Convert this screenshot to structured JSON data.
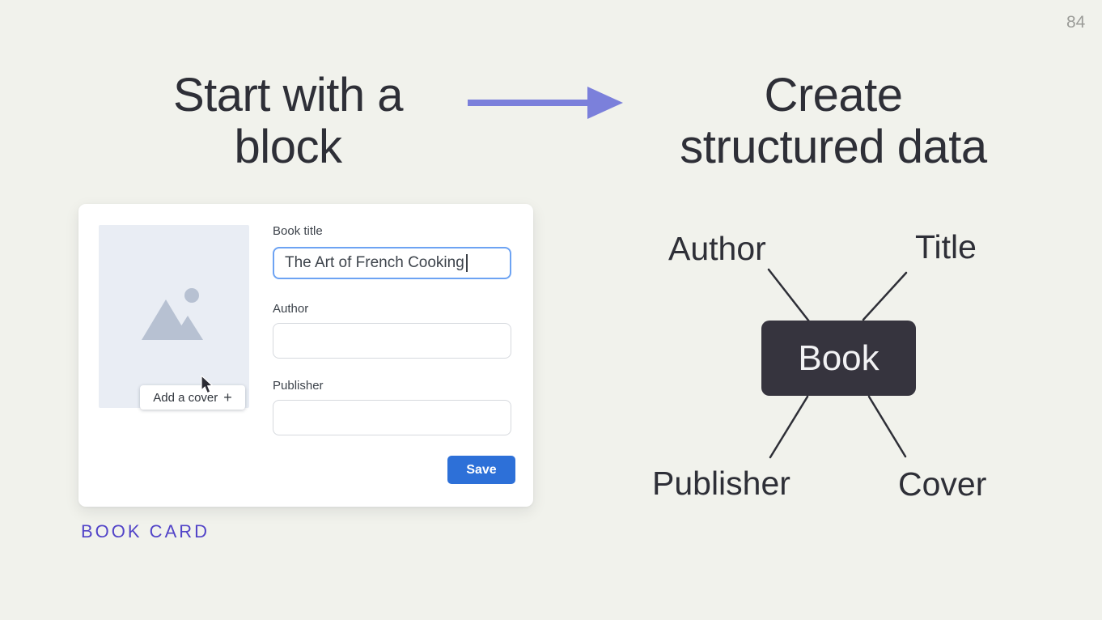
{
  "slide": {
    "page_number": "84",
    "background_color": "#f1f2ec",
    "accent_arrow_color": "#7b80db"
  },
  "headings": {
    "left": {
      "line1": "Start with a",
      "line2": "block"
    },
    "right": {
      "line1": "Create",
      "line2": "structured data"
    }
  },
  "block_card": {
    "caption": "BOOK CARD",
    "caption_color": "#5244c8",
    "cover_button_label": "Add a cover",
    "cover_button_icon": "+",
    "fields": [
      {
        "label": "Book title",
        "value": "The Art of French Cooking",
        "focused": true,
        "placeholder": ""
      },
      {
        "label": "Author",
        "value": "",
        "focused": false,
        "placeholder": ""
      },
      {
        "label": "Publisher",
        "value": "",
        "focused": false,
        "placeholder": ""
      }
    ],
    "save_button_label": "Save",
    "save_button_color": "#2d70d8",
    "focus_border_color": "#6da3f3"
  },
  "diagram": {
    "center_node": "Book",
    "node_color": "#36343e",
    "node_text_color": "#f2f2f4",
    "line_color": "#2e2f37",
    "labels": {
      "top_left": "Author",
      "top_right": "Title",
      "bottom_left": "Publisher",
      "bottom_right": "Cover"
    }
  }
}
